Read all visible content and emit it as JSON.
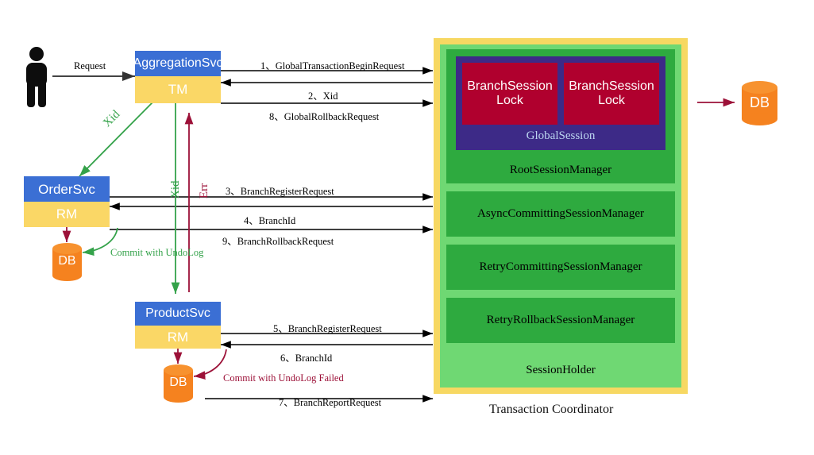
{
  "diagram": {
    "title": "Transaction Coordinator",
    "actor": {
      "icon": "person-icon"
    },
    "request_label": "Request"
  },
  "services": [
    {
      "key": "aggregation",
      "name": "AggregationSvc",
      "role": "TM"
    },
    {
      "key": "order",
      "name": "OrderSvc",
      "role": "RM"
    },
    {
      "key": "product",
      "name": "ProductSvc",
      "role": "RM"
    }
  ],
  "databases": [
    {
      "key": "order-db",
      "label": "DB"
    },
    {
      "key": "product-db",
      "label": "DB"
    },
    {
      "key": "tc-db",
      "label": "DB"
    }
  ],
  "messages": [
    {
      "num": "1",
      "text": "1、GlobalTransactionBeginRequest"
    },
    {
      "num": "2",
      "text": "2、Xid"
    },
    {
      "num": "8",
      "text": "8、GlobalRollbackRequest"
    },
    {
      "num": "3",
      "text": "3、BranchRegisterRequest"
    },
    {
      "num": "4",
      "text": "4、BranchId"
    },
    {
      "num": "9",
      "text": "9、BranchRollbackRequest"
    },
    {
      "num": "5",
      "text": "5、BranchRegisterRequest"
    },
    {
      "num": "6",
      "text": "6、BranchId"
    },
    {
      "num": "7",
      "text": "7、BranchReportRequest"
    }
  ],
  "flow_labels": {
    "xid_diagonal": "Xid",
    "xid_vertical": "Xid",
    "err_vertical": "Err",
    "commit_undolog": "Commit with UndoLog",
    "commit_undolog_failed": "Commit with UndoLog Failed"
  },
  "coordinator": {
    "caption": "Transaction Coordinator",
    "global_session": "GlobalSession",
    "branch_locks": [
      "BranchSession\nLock",
      "BranchSession\nLock"
    ],
    "branch_lock_lines": [
      [
        "BranchSession",
        "Lock"
      ],
      [
        "BranchSession",
        "Lock"
      ]
    ],
    "managers": [
      "RootSessionManager",
      "AsyncCommittingSessionManager",
      "RetryCommittingSessionManager",
      "RetryRollbackSessionManager"
    ],
    "holder": "SessionHolder"
  },
  "colors": {
    "service_header": "#3b6fd4",
    "service_body": "#fad766",
    "db_fill": "#f5821f",
    "tc_outer": "#f7d862",
    "tc_inner": "#6fd873",
    "manager": "#2eaa3f",
    "global_session": "#3d2a87",
    "branch_lock": "#b0002e",
    "green_flow": "#34a24a",
    "red_flow": "#9c1138",
    "arrow_black": "#000000",
    "request_arrow": "#555555"
  }
}
